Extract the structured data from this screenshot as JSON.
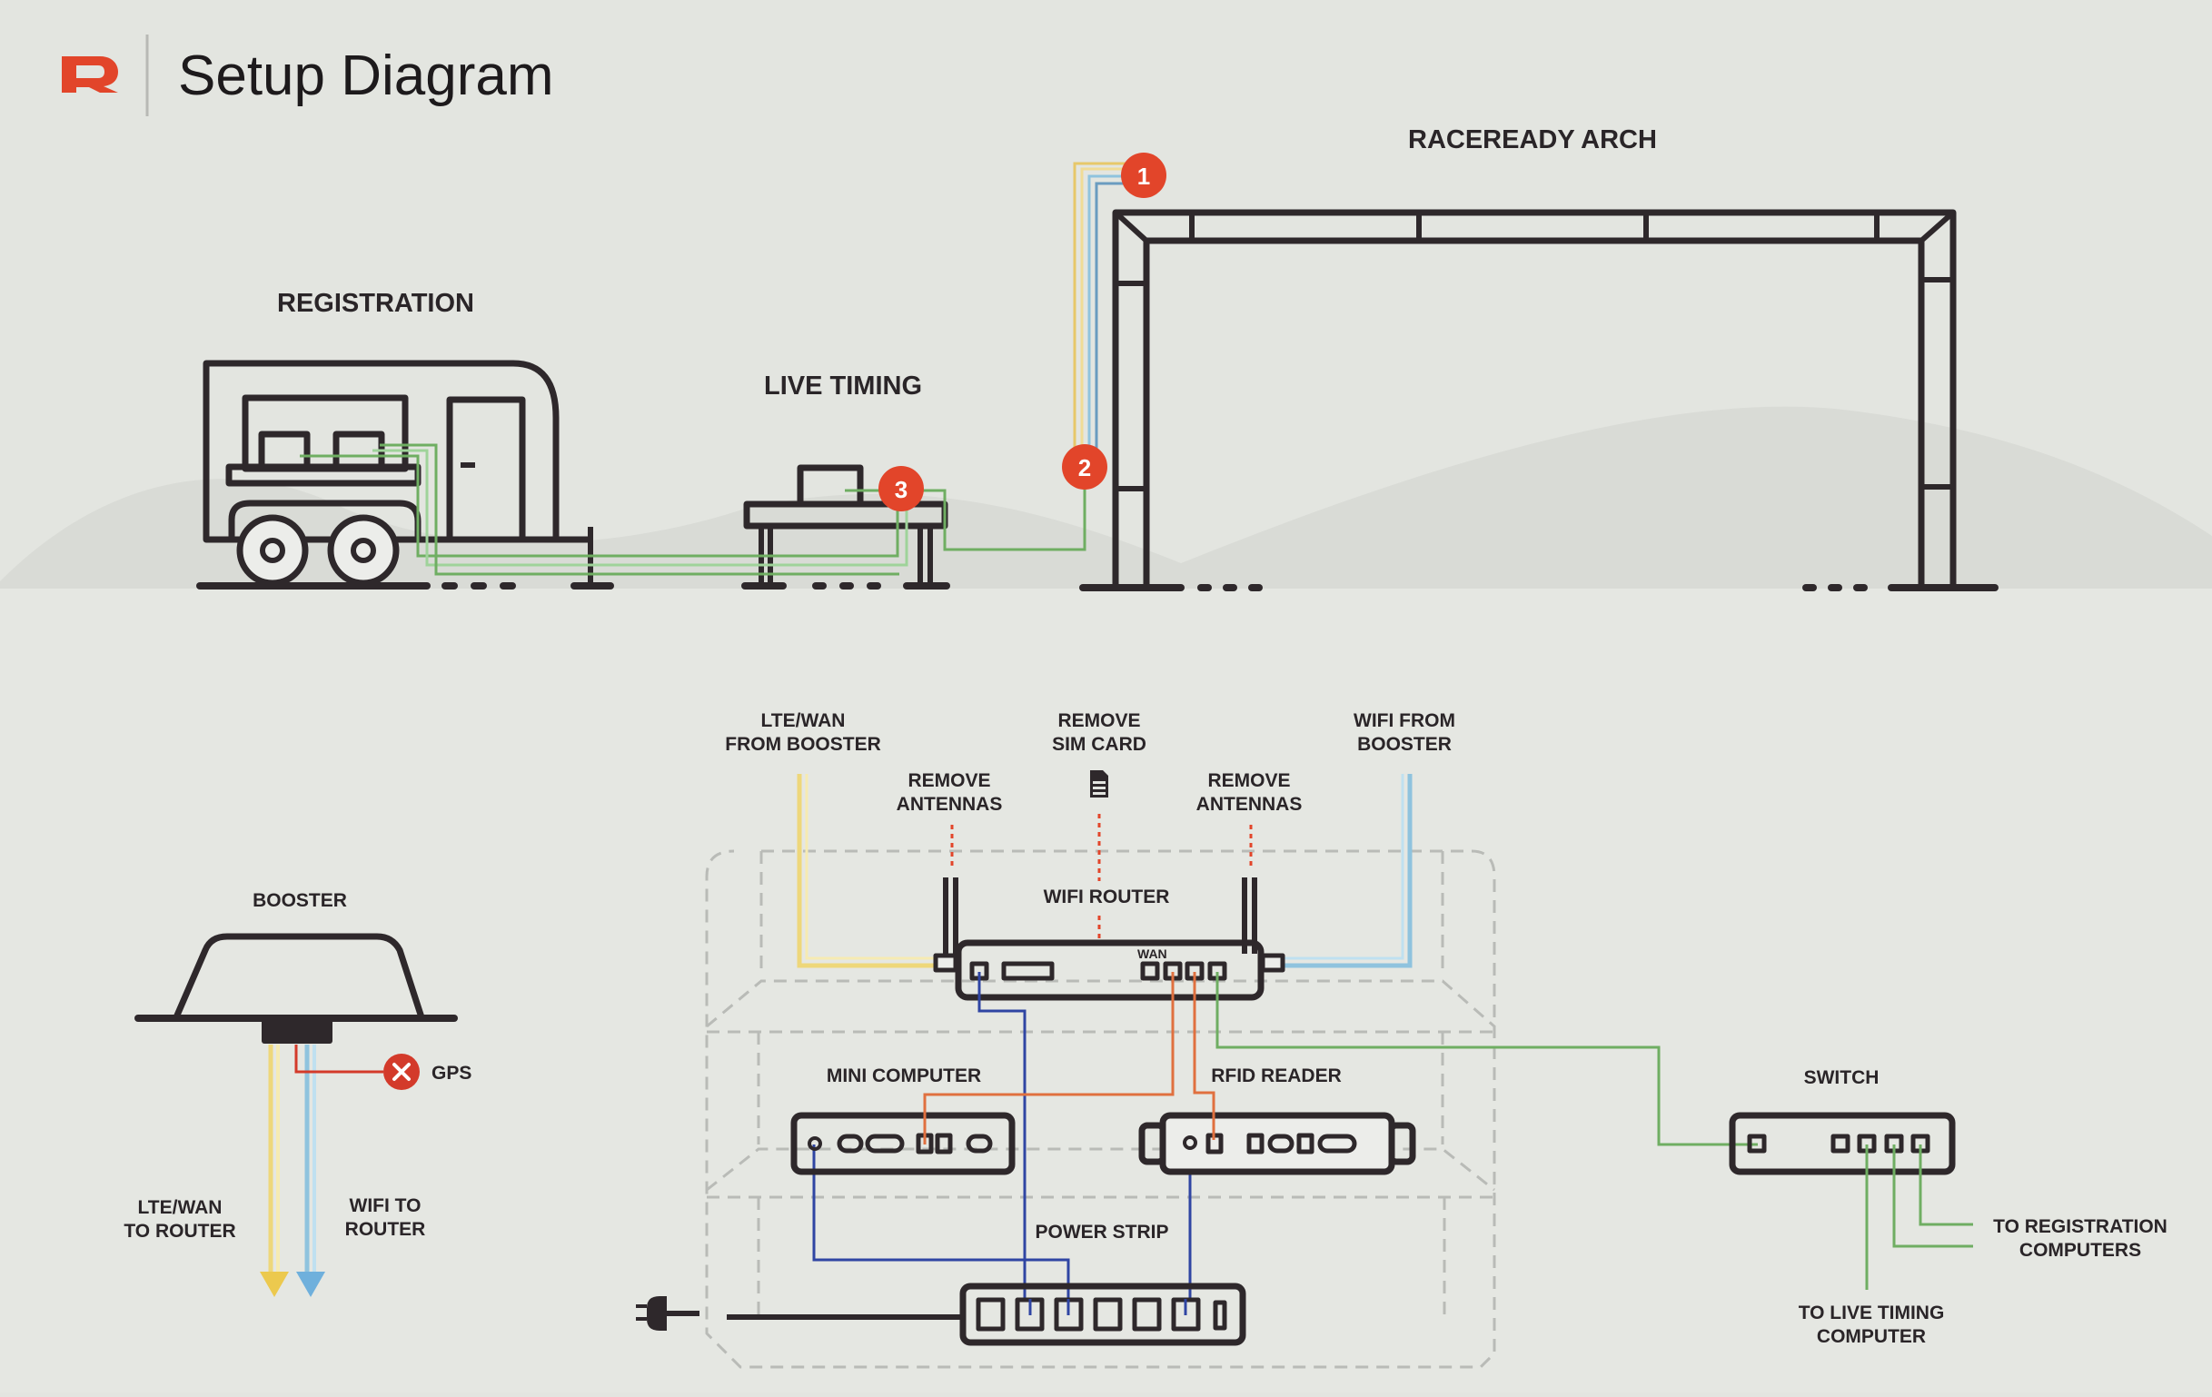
{
  "header": {
    "logo_letter": "R",
    "title": "Setup Diagram"
  },
  "colors": {
    "brand_red": "#e2452a",
    "lte_wan_yellow": "#eed77a",
    "wifi_blue": "#8fc3de",
    "ethernet_green": "#6fae62",
    "ethernet_orange": "#e0703f",
    "power_blue": "#2f45a3",
    "gps_red": "#d33a2a",
    "outline": "#2e282b",
    "background": "#e3e5e0"
  },
  "scene": {
    "registration_label": "REGISTRATION",
    "live_timing_label": "LIVE TIMING",
    "arch_label": "RACEREADY ARCH",
    "badges": [
      "1",
      "2",
      "3"
    ]
  },
  "booster": {
    "label": "BOOSTER",
    "gps_label": "GPS",
    "lte_wan_label_line1": "LTE/WAN",
    "lte_wan_label_line2": "TO ROUTER",
    "wifi_label_line1": "WIFI TO",
    "wifi_label_line2": "ROUTER"
  },
  "router": {
    "label": "WIFI ROUTER",
    "wan_port_label": "WAN",
    "lte_wan_input_line1": "LTE/WAN",
    "lte_wan_input_line2": "FROM BOOSTER",
    "remove_antennas_left_line1": "REMOVE",
    "remove_antennas_left_line2": "ANTENNAS",
    "remove_sim_line1": "REMOVE",
    "remove_sim_line2": "SIM CARD",
    "remove_antennas_right_line1": "REMOVE",
    "remove_antennas_right_line2": "ANTENNAS",
    "wifi_input_line1": "WIFI FROM",
    "wifi_input_line2": "BOOSTER"
  },
  "devices": {
    "mini_computer_label": "MINI COMPUTER",
    "rfid_reader_label": "RFID READER",
    "power_strip_label": "POWER STRIP",
    "switch_label": "SWITCH"
  },
  "switch_outputs": {
    "registration_line1": "TO REGISTRATION",
    "registration_line2": "COMPUTERS",
    "live_timing_line1": "TO LIVE TIMING",
    "live_timing_line2": "COMPUTER"
  }
}
